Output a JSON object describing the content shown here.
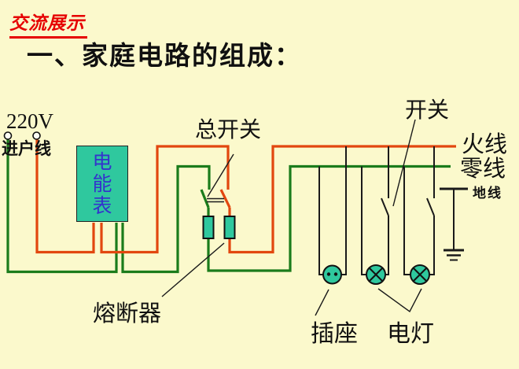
{
  "slide": {
    "badge": "交流展示",
    "title": "一、家庭电路的组成："
  },
  "labels": {
    "voltage": "220V",
    "service_line": "进户线",
    "meter": "电能表",
    "main_switch": "总开关",
    "switch": "开关",
    "live_wire": "火线",
    "neutral_wire": "零线",
    "ground_wire": "地线",
    "fuse": "熔断器",
    "socket": "插座",
    "lamp": "电灯"
  },
  "colors": {
    "background": "#FBF9CC",
    "live_wire_red": "#E2470F",
    "neutral_wire_green": "#1B7C1B",
    "device_teal": "#2FC89E",
    "meter_text_blue": "#3333CC",
    "badge_red": "#E60000",
    "black_wire": "#1A1A1A"
  }
}
